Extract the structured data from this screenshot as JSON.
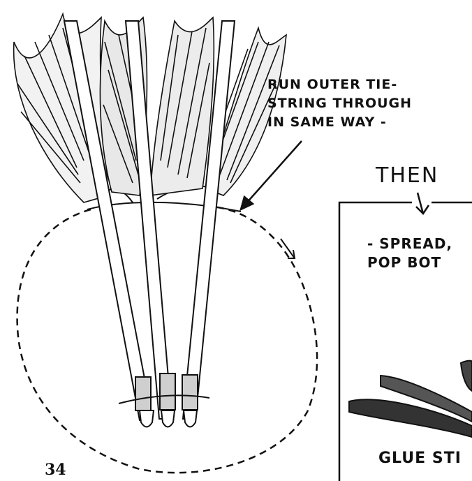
{
  "callout": {
    "line1": "RUN OUTER TIE-",
    "line2": "STRING THROUGH",
    "line3": "IN SAME WAY -"
  },
  "then_label": "THEN",
  "panel": {
    "line1": "- SPREAD,",
    "line2": "POP BOT",
    "caption": "GLUE STI"
  },
  "page_number": "34",
  "colors": {
    "ink": "#111111",
    "paper": "#ffffff"
  }
}
